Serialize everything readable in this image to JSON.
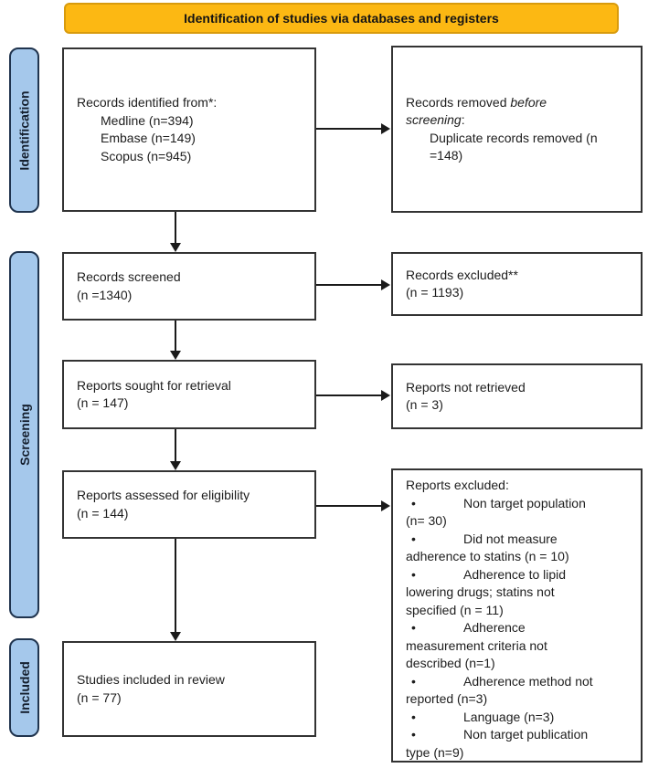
{
  "banner": {
    "label": "Identification of studies via databases and registers"
  },
  "sidebar": {
    "items": [
      {
        "label": "Identification"
      },
      {
        "label": "Screening"
      },
      {
        "label": "Included"
      }
    ]
  },
  "boxes": {
    "records_identified": {
      "lines": [
        {
          "kind": "plain",
          "segments": [
            {
              "text": "Records identified from*:",
              "italic": false
            }
          ]
        },
        {
          "kind": "indent",
          "segments": [
            {
              "text": "Medline (n=394)",
              "italic": false
            }
          ]
        },
        {
          "kind": "indent",
          "segments": [
            {
              "text": "Embase (n=149)",
              "italic": false
            }
          ]
        },
        {
          "kind": "indent",
          "segments": [
            {
              "text": "Scopus (n=945)",
              "italic": false
            }
          ]
        }
      ]
    },
    "records_removed": {
      "lines": [
        {
          "kind": "plain",
          "segments": [
            {
              "text": "Records removed ",
              "italic": false
            },
            {
              "text": "before",
              "italic": true
            }
          ]
        },
        {
          "kind": "plain",
          "segments": [
            {
              "text": "screening",
              "italic": true
            },
            {
              "text": ":",
              "italic": false
            }
          ]
        },
        {
          "kind": "indent",
          "segments": [
            {
              "text": "Duplicate records removed (n",
              "italic": false
            }
          ]
        },
        {
          "kind": "indent",
          "segments": [
            {
              "text": "=148)",
              "italic": false
            }
          ]
        }
      ]
    },
    "records_screened": {
      "lines": [
        {
          "kind": "plain",
          "segments": [
            {
              "text": "Records screened",
              "italic": false
            }
          ]
        },
        {
          "kind": "plain",
          "segments": [
            {
              "text": "(n =1340)",
              "italic": false
            }
          ]
        }
      ]
    },
    "records_excluded": {
      "lines": [
        {
          "kind": "plain",
          "segments": [
            {
              "text": "Records excluded**",
              "italic": false
            }
          ]
        },
        {
          "kind": "plain",
          "segments": [
            {
              "text": "(n = 1193)",
              "italic": false
            }
          ]
        }
      ]
    },
    "reports_sought": {
      "lines": [
        {
          "kind": "plain",
          "segments": [
            {
              "text": "Reports sought for retrieval",
              "italic": false
            }
          ]
        },
        {
          "kind": "plain",
          "segments": [
            {
              "text": "(n = 147)",
              "italic": false
            }
          ]
        }
      ]
    },
    "reports_not_retrieved": {
      "lines": [
        {
          "kind": "plain",
          "segments": [
            {
              "text": "Reports not retrieved",
              "italic": false
            }
          ]
        },
        {
          "kind": "plain",
          "segments": [
            {
              "text": "(n = 3)",
              "italic": false
            }
          ]
        }
      ]
    },
    "reports_assessed": {
      "lines": [
        {
          "kind": "plain",
          "segments": [
            {
              "text": "Reports assessed for eligibility",
              "italic": false
            }
          ]
        },
        {
          "kind": "plain",
          "segments": [
            {
              "text": "(n = 144)",
              "italic": false
            }
          ]
        }
      ]
    },
    "reports_excluded": {
      "lines": [
        {
          "kind": "plain",
          "segments": [
            {
              "text": "Reports excluded:",
              "italic": false
            }
          ]
        },
        {
          "kind": "bullet",
          "segments": [
            {
              "text": "Non target population",
              "italic": false
            }
          ]
        },
        {
          "kind": "plain",
          "segments": [
            {
              "text": "(n= 30)",
              "italic": false
            }
          ]
        },
        {
          "kind": "bullet",
          "segments": [
            {
              "text": "Did not measure",
              "italic": false
            }
          ]
        },
        {
          "kind": "plain",
          "segments": [
            {
              "text": "adherence to statins (n = 10)",
              "italic": false
            }
          ]
        },
        {
          "kind": "bullet",
          "segments": [
            {
              "text": "Adherence to lipid",
              "italic": false
            }
          ]
        },
        {
          "kind": "plain",
          "segments": [
            {
              "text": "lowering drugs; statins not",
              "italic": false
            }
          ]
        },
        {
          "kind": "plain",
          "segments": [
            {
              "text": "specified (n = 11)",
              "italic": false
            }
          ]
        },
        {
          "kind": "bullet",
          "segments": [
            {
              "text": "Adherence",
              "italic": false
            }
          ]
        },
        {
          "kind": "plain",
          "segments": [
            {
              "text": "measurement criteria not",
              "italic": false
            }
          ]
        },
        {
          "kind": "plain",
          "segments": [
            {
              "text": "described (n=1)",
              "italic": false
            }
          ]
        },
        {
          "kind": "bullet",
          "segments": [
            {
              "text": "Adherence method not",
              "italic": false
            }
          ]
        },
        {
          "kind": "plain",
          "segments": [
            {
              "text": "reported (n=3)",
              "italic": false
            }
          ]
        },
        {
          "kind": "bullet",
          "segments": [
            {
              "text": "Language (n=3)",
              "italic": false
            }
          ]
        },
        {
          "kind": "bullet",
          "segments": [
            {
              "text": "Non target publication",
              "italic": false
            }
          ]
        },
        {
          "kind": "plain",
          "segments": [
            {
              "text": "type (n=9)",
              "italic": false
            }
          ]
        }
      ]
    },
    "studies_included": {
      "lines": [
        {
          "kind": "plain",
          "segments": [
            {
              "text": "Studies included in review",
              "italic": false
            }
          ]
        },
        {
          "kind": "plain",
          "segments": [
            {
              "text": "(n = 77)",
              "italic": false
            }
          ]
        }
      ]
    }
  },
  "colors": {
    "banner_fill": "#FCB813",
    "banner_border": "#D89B0D",
    "sidebar_fill": "#A5C8EB",
    "sidebar_border": "#20344E",
    "box_border": "#333333",
    "arrow": "#1A1A1A"
  }
}
